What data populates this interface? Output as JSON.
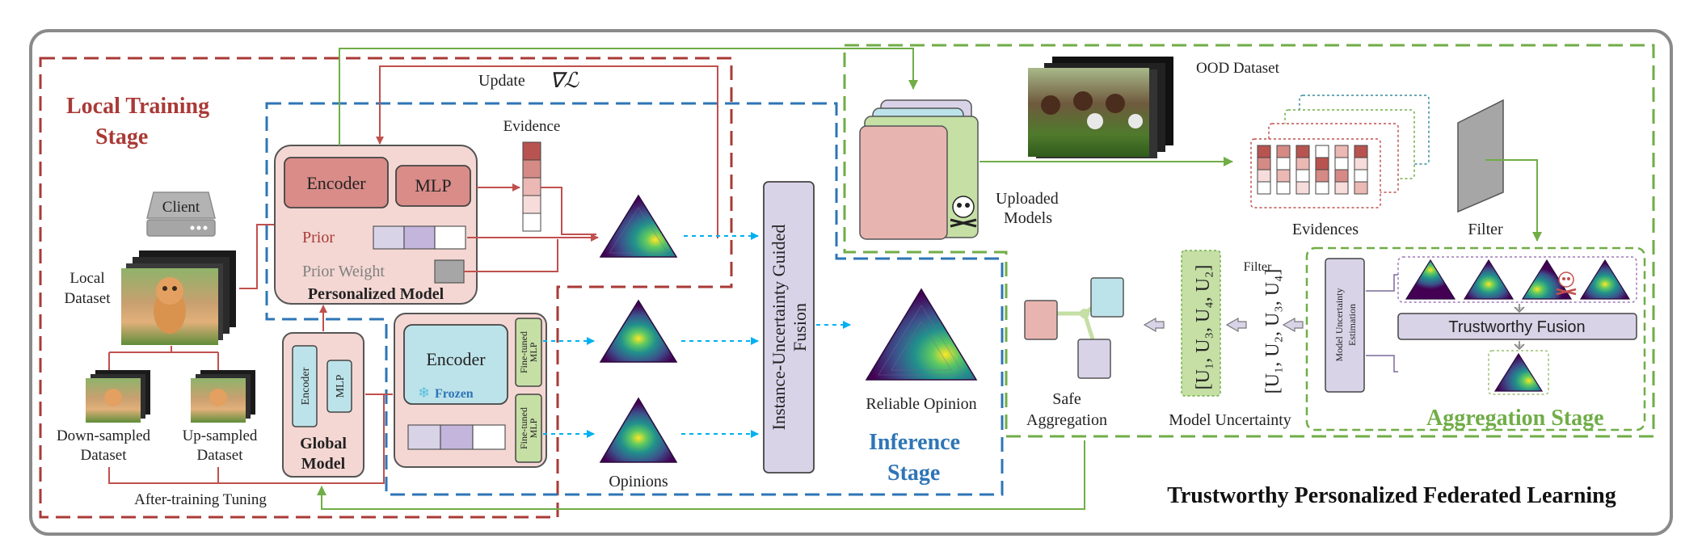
{
  "stages": {
    "local_training": "Local Training",
    "local_training_line2": "Stage",
    "inference": "Inference",
    "inference_line2": "Stage",
    "aggregation": "Aggregation Stage"
  },
  "local": {
    "client": "Client",
    "local_dataset": "Local",
    "local_dataset_line2": "Dataset",
    "down_sampled": "Down-sampled",
    "down_sampled_line2": "Dataset",
    "up_sampled": "Up-sampled",
    "up_sampled_line2": "Dataset",
    "after_training": "After-training Tuning"
  },
  "personalized": {
    "encoder": "Encoder",
    "mlp": "MLP",
    "prior": "Prior",
    "prior_weight": "Prior Weight",
    "title": "Personalized Model",
    "update": "Update",
    "update_symbol": "∇ℒ",
    "evidence": "Evidence"
  },
  "global": {
    "encoder": "Encoder",
    "mlp": "MLP",
    "title": "Global",
    "title_line2": "Model"
  },
  "frozen": {
    "encoder": "Encoder",
    "frozen": "Frozen",
    "snowflake": "❄",
    "ft_mlp": "Fine-tuned",
    "ft_mlp_line2": "MLP"
  },
  "inference": {
    "opinions": "Opinions",
    "fusion": "Instance-Uncertainty Guided",
    "fusion_line2": "Fusion",
    "reliable": "Reliable Opinion"
  },
  "aggregation": {
    "ood_dataset": "OOD Dataset",
    "uploaded": "Uploaded",
    "uploaded_line2": "Models",
    "evidences": "Evidences",
    "filter": "Filter",
    "model_uncertainty_estimation": "Model Uncertainty",
    "model_uncertainty_estimation_line2": "Estimation",
    "trustworthy_fusion": "Trustworthy Fusion",
    "u_all": "[U₁, U₂, U₃, U₄]",
    "filter_small": "Filter",
    "u_filtered": "[U₁, U₃, U₄, U₂]",
    "model_uncertainty": "Model Uncertainty",
    "safe_aggregation": "Safe",
    "safe_aggregation_line2": "Aggregation"
  },
  "footer": {
    "title": "Trustworthy Personalized Federated Learning"
  },
  "colors": {
    "local_stage": "#a93a36",
    "inference_stage": "#2e75b6",
    "aggregation_stage": "#70ad47",
    "cyan_arrow": "#00b0f0",
    "pink_fill": "#f4d7d3",
    "red_box": "#d98c88",
    "blue_fill": "#bde3ea",
    "lavender": "#d9d3e8",
    "green_fill": "#c5dfa5",
    "viridis_dark": "#440154",
    "viridis_yellow": "#fde725"
  }
}
